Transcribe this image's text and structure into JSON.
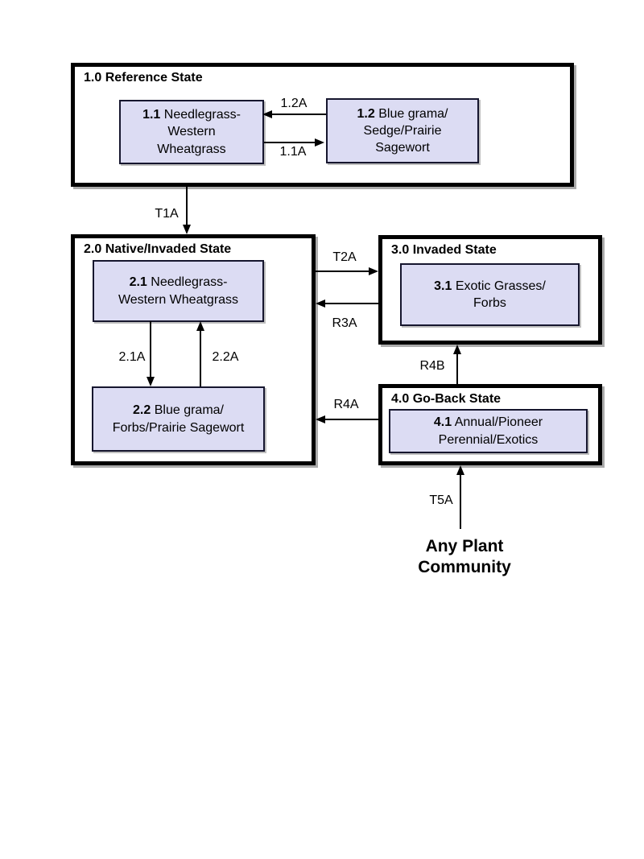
{
  "diagram": {
    "states": [
      {
        "title": "1.0 Reference State",
        "communities": [
          {
            "num": "1.1",
            "name": "Needlegrass-\nWestern\nWheatgrass"
          },
          {
            "num": "1.2",
            "name": "Blue grama/\nSedge/Prairie\nSagewort"
          }
        ]
      },
      {
        "title": "2.0 Native/Invaded State",
        "communities": [
          {
            "num": "2.1",
            "name": "Needlegrass-\nWestern Wheatgrass"
          },
          {
            "num": "2.2",
            "name": "Blue grama/\nForbs/Prairie Sagewort"
          }
        ]
      },
      {
        "title": "3.0 Invaded State",
        "communities": [
          {
            "num": "3.1",
            "name": "Exotic Grasses/\nForbs"
          }
        ]
      },
      {
        "title": "4.0 Go-Back State",
        "communities": [
          {
            "num": "4.1",
            "name": "Annual/Pioneer\nPerennial/Exotics"
          }
        ]
      }
    ],
    "transitions": [
      {
        "label": "1.2A",
        "from": "1.2",
        "to": "1.1"
      },
      {
        "label": "1.1A",
        "from": "1.1",
        "to": "1.2"
      },
      {
        "label": "T1A",
        "from": "1.0 Reference State",
        "to": "2.0 Native/Invaded State"
      },
      {
        "label": "T2A",
        "from": "2.0 Native/Invaded State",
        "to": "3.0 Invaded State"
      },
      {
        "label": "R3A",
        "from": "3.0 Invaded State",
        "to": "2.0 Native/Invaded State"
      },
      {
        "label": "2.1A",
        "from": "2.1",
        "to": "2.2"
      },
      {
        "label": "2.2A",
        "from": "2.2",
        "to": "2.1"
      },
      {
        "label": "R4B",
        "from": "4.0 Go-Back State",
        "to": "3.0 Invaded State"
      },
      {
        "label": "R4A",
        "from": "4.0 Go-Back State",
        "to": "2.0 Native/Invaded State"
      },
      {
        "label": "T5A",
        "from": "Any Plant Community",
        "to": "4.0 Go-Back State"
      }
    ],
    "footer": {
      "label": "Any Plant\nCommunity"
    },
    "colors": {
      "community_fill": "#dcdcf3",
      "box_border": "#000000",
      "community_border": "#16162e"
    }
  }
}
